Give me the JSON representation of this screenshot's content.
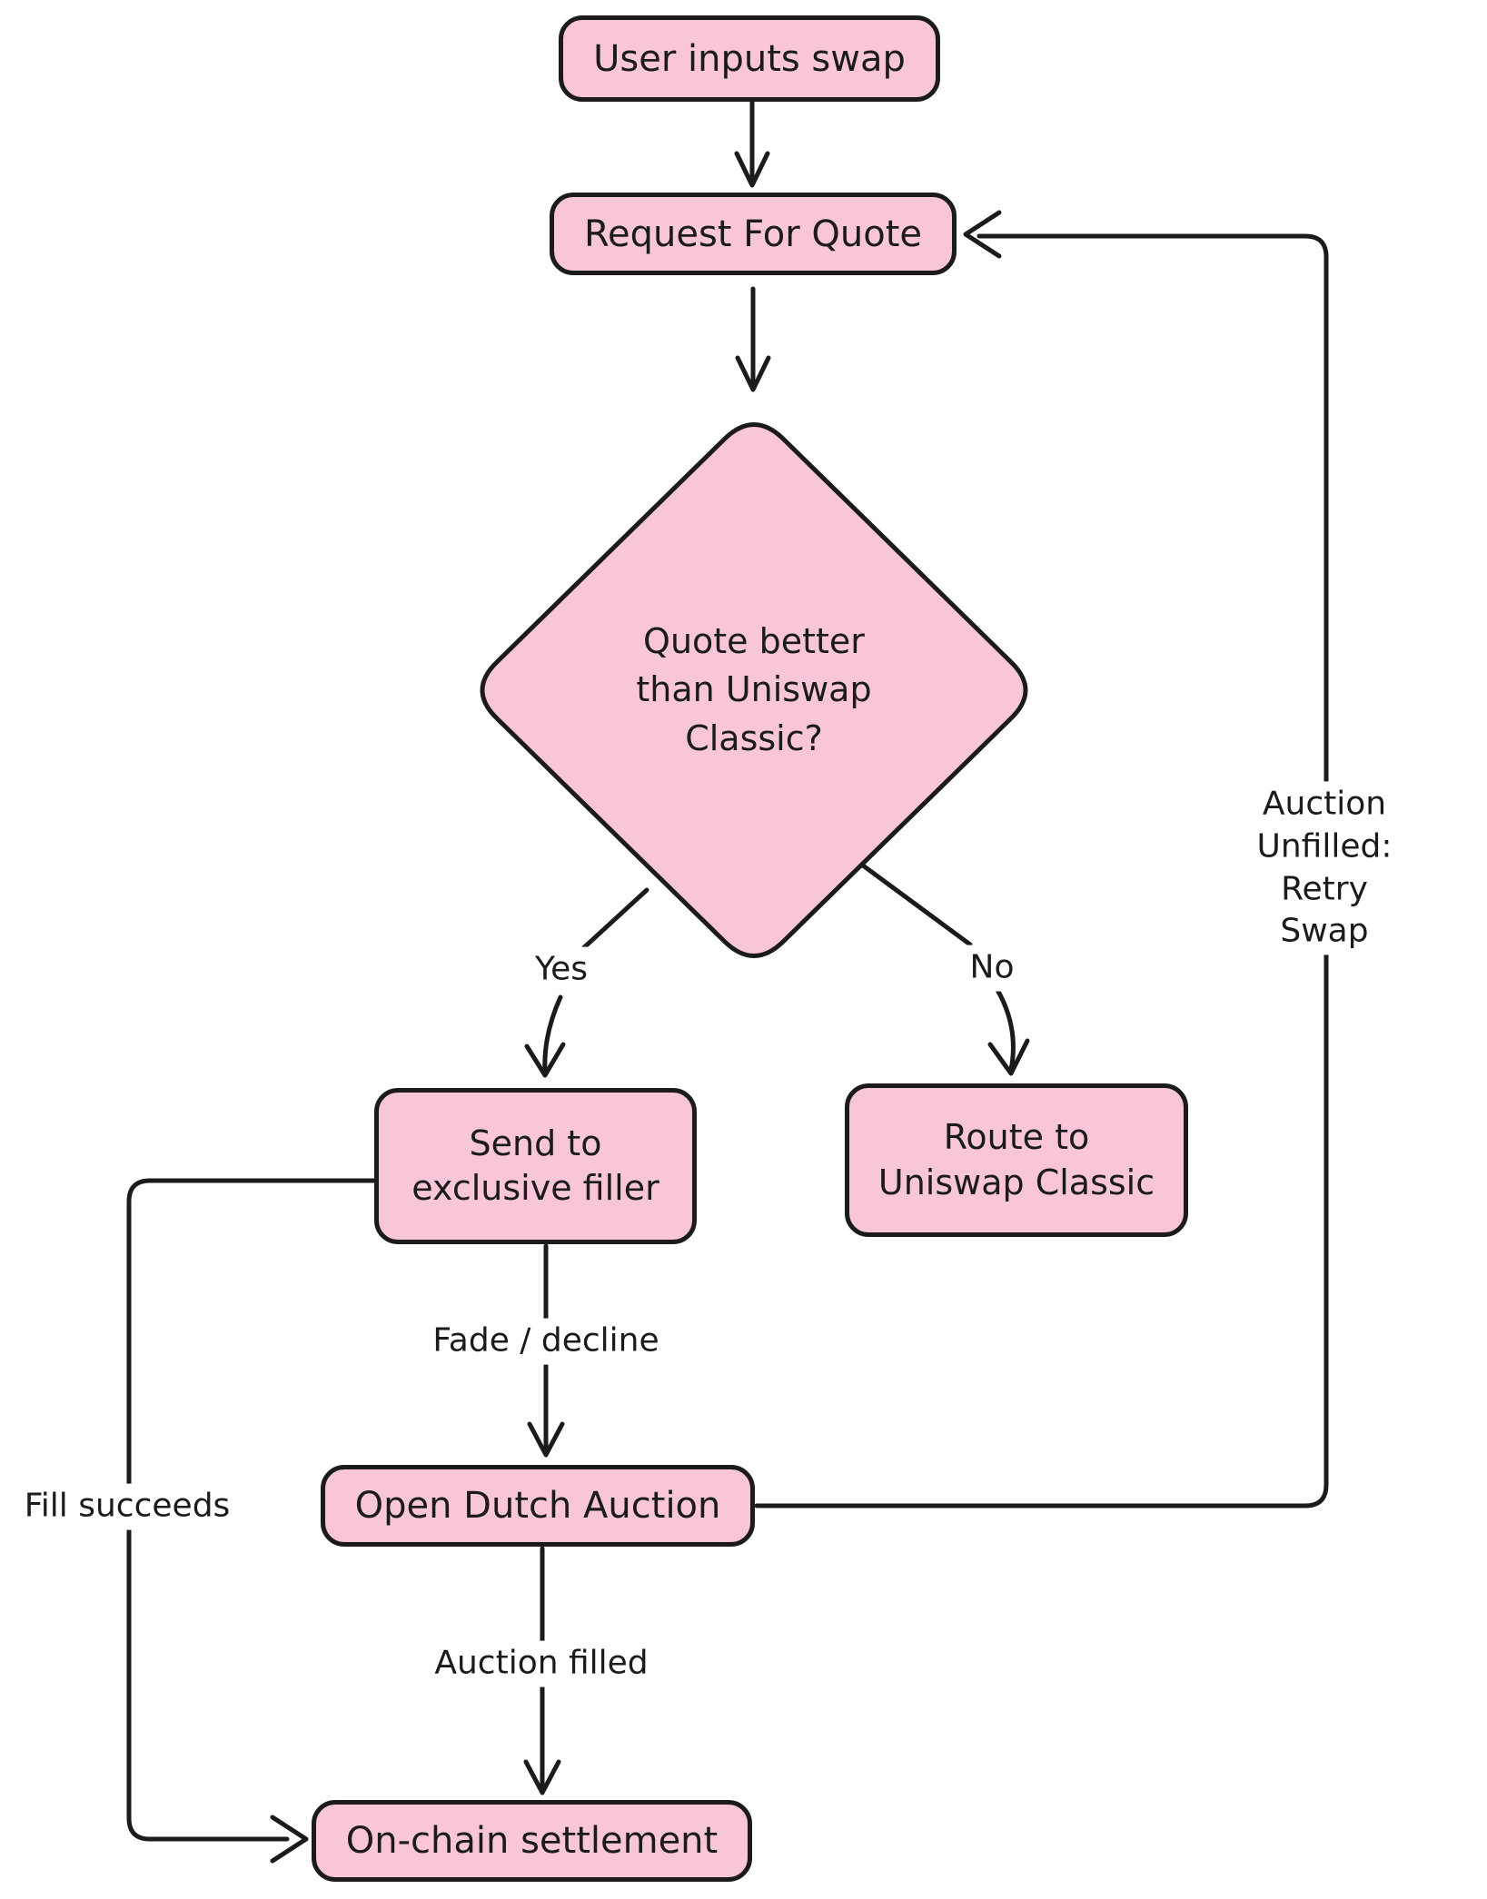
{
  "diagram": {
    "title_hint": "Uniswap swap routing flowchart",
    "colors": {
      "node_fill": "#f9c6d9",
      "stroke": "#1b1b1b",
      "background": "#ffffff"
    },
    "nodes": {
      "user_inputs": "User inputs swap",
      "rfq": "Request For Quote",
      "decision": "Quote better\nthan Uniswap\nClassic?",
      "exclusive_filler": "Send to\nexclusive filler",
      "route_classic": "Route to\nUniswap Classic",
      "dutch_auction": "Open Dutch Auction",
      "settlement": "On-chain settlement"
    },
    "edge_labels": {
      "yes": "Yes",
      "no": "No",
      "fade_decline": "Fade / decline",
      "auction_filled": "Auction filled",
      "fill_succeeds": "Fill succeeds",
      "auction_unfilled": "Auction Unfilled:\nRetry Swap"
    }
  }
}
